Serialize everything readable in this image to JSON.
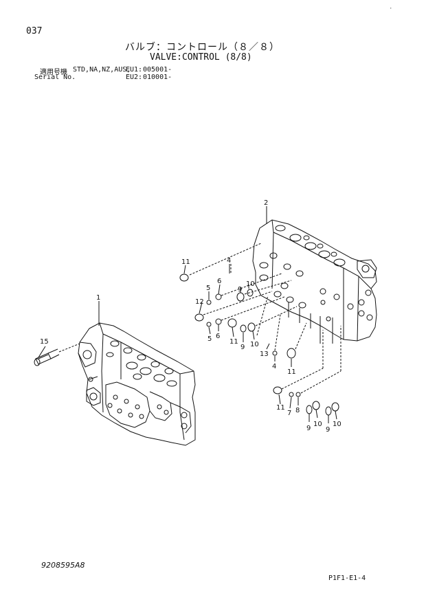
{
  "header": {
    "page_number": "037",
    "title_jp": "バルブ：コントロール（８／８）",
    "title_en": "VALVE:CONTROL (8/8)",
    "applicable_label": "適用号機",
    "applicable_models": "STD,NA,NZ,AUS,",
    "eu1_label": "EU1:",
    "eu1_value": "005001-",
    "serial_label": "Serial No.",
    "eu2_label": "EU2:",
    "eu2_value": "010001-"
  },
  "footer": {
    "document_number": "9208595A8",
    "page_code": "P1F1-E1-4"
  },
  "corner_mark": "·",
  "callouts": {
    "c1": "1",
    "c2": "2",
    "c15": "15",
    "c11a": "11",
    "c4a": "4",
    "c6a": "6",
    "c5a": "5",
    "c12": "12",
    "c9a": "9",
    "c10a": "10",
    "c5b": "5",
    "c6b": "6",
    "c11b": "11",
    "c9b": "9",
    "c10b": "10",
    "c13": "13",
    "c4b": "4",
    "c11c": "11",
    "c11d": "11",
    "c7": "7",
    "c8": "8",
    "c10c": "10",
    "c9c": "9",
    "c9d": "9",
    "c10d": "10"
  }
}
